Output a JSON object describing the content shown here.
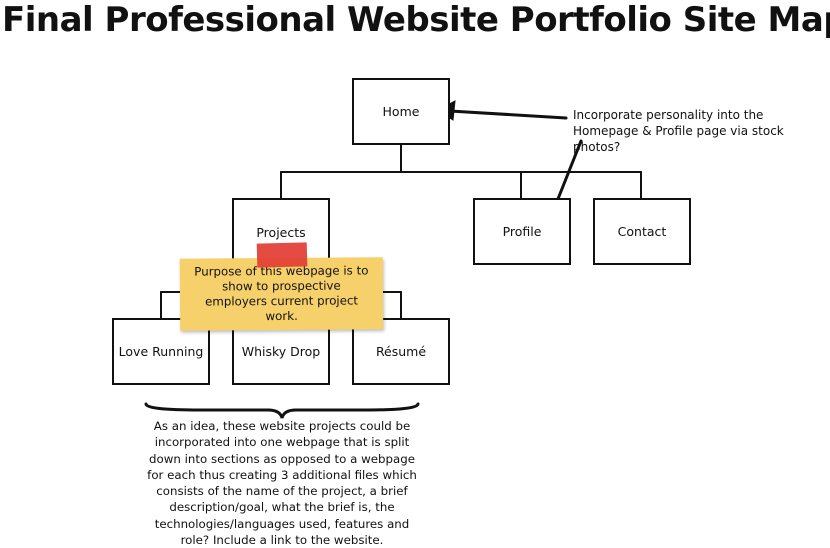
{
  "title": "Final Professional Website Portfolio Site Map",
  "nodes": {
    "home": "Home",
    "projects": "Projects",
    "profile": "Profile",
    "contact": "Contact",
    "love_running": "Love Running",
    "whisky_drop": "Whisky Drop",
    "resume": "Résumé"
  },
  "annotations": {
    "personality": "Incorporate personality into the Homepage & Profile page via stock photos?",
    "sticky": "Purpose of this webpage is to show to prospective employers current project work.",
    "brace_note": "As an idea, these website projects could be incorporated into one webpage that is split down into sections as opposed to a webpage for each thus creating 3 additional files which consists of the name of the project, a brief description/goal, what the brief is, the technologies/languages used, features and role? Include a link to the website."
  }
}
